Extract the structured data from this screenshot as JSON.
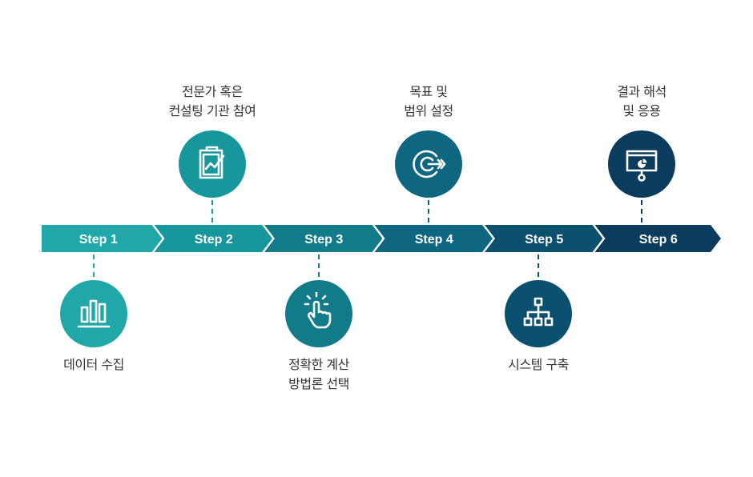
{
  "diagram": {
    "type": "process-timeline",
    "steps": [
      {
        "id": 1,
        "label": "Step 1",
        "title_lines": [
          "데이터 수집"
        ],
        "icon": "bar-chart-icon",
        "position": "below",
        "color": "#20a8a8"
      },
      {
        "id": 2,
        "label": "Step 2",
        "title_lines": [
          "전문가 혹은",
          "컨설팅 기관 참여"
        ],
        "icon": "clipboard-chart-icon",
        "position": "above",
        "color": "#17969c"
      },
      {
        "id": 3,
        "label": "Step 3",
        "title_lines": [
          "정확한 계산",
          "방법론 선택"
        ],
        "icon": "pointer-click-icon",
        "position": "below",
        "color": "#127b8a"
      },
      {
        "id": 4,
        "label": "Step 4",
        "title_lines": [
          "목표 및",
          "범위 설정"
        ],
        "icon": "target-icon",
        "position": "above",
        "color": "#0e6680"
      },
      {
        "id": 5,
        "label": "Step 5",
        "title_lines": [
          "시스템 구축"
        ],
        "icon": "hierarchy-icon",
        "position": "below",
        "color": "#0c5070"
      },
      {
        "id": 6,
        "label": "Step 6",
        "title_lines": [
          "결과 해석",
          "및 응용"
        ],
        "icon": "presentation-icon",
        "position": "above",
        "color": "#0b3c5d"
      }
    ],
    "text_color": "#333333",
    "arrow_text_color": "#ffffff"
  }
}
